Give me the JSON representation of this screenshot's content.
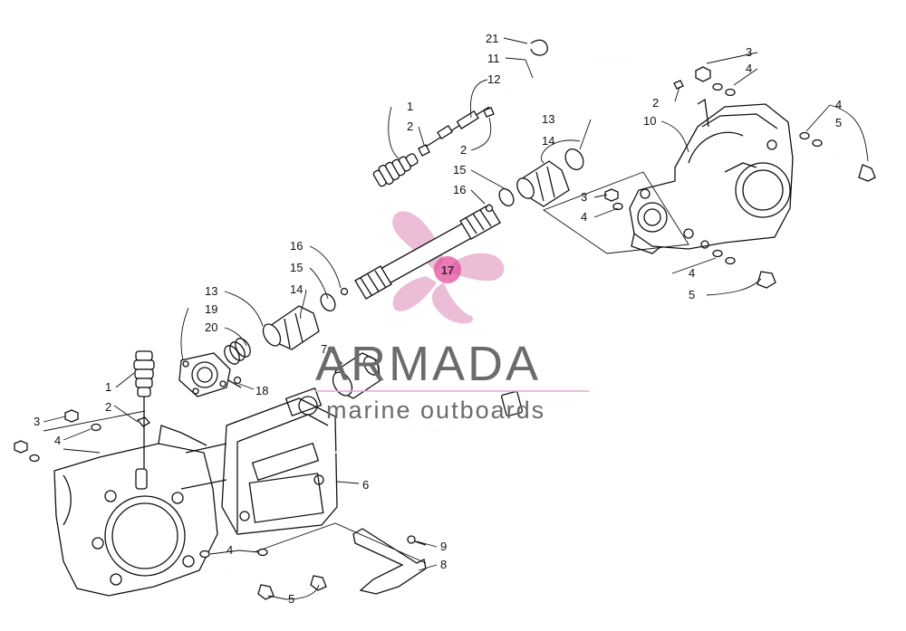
{
  "callouts": [
    {
      "id": "c21",
      "text": "21"
    },
    {
      "id": "c11",
      "text": "11"
    },
    {
      "id": "c12",
      "text": "12"
    },
    {
      "id": "c1a",
      "text": "1"
    },
    {
      "id": "c2a",
      "text": "2"
    },
    {
      "id": "c2b",
      "text": "2"
    },
    {
      "id": "c2c",
      "text": "2"
    },
    {
      "id": "c3a",
      "text": "3"
    },
    {
      "id": "c4a",
      "text": "4"
    },
    {
      "id": "c10",
      "text": "10"
    },
    {
      "id": "c4b",
      "text": "4"
    },
    {
      "id": "c5a",
      "text": "5"
    },
    {
      "id": "c13a",
      "text": "13"
    },
    {
      "id": "c14a",
      "text": "14"
    },
    {
      "id": "c15a",
      "text": "15"
    },
    {
      "id": "c16a",
      "text": "16"
    },
    {
      "id": "c3b",
      "text": "3"
    },
    {
      "id": "c4c",
      "text": "4"
    },
    {
      "id": "c4d",
      "text": "4"
    },
    {
      "id": "c5b",
      "text": "5"
    },
    {
      "id": "c16b",
      "text": "16"
    },
    {
      "id": "c15b",
      "text": "15"
    },
    {
      "id": "c13b",
      "text": "13"
    },
    {
      "id": "c14b",
      "text": "14"
    },
    {
      "id": "c19",
      "text": "19"
    },
    {
      "id": "c20",
      "text": "20"
    },
    {
      "id": "c18",
      "text": "18"
    },
    {
      "id": "c7",
      "text": "7"
    },
    {
      "id": "c1b",
      "text": "1"
    },
    {
      "id": "c2d",
      "text": "2"
    },
    {
      "id": "c3c",
      "text": "3"
    },
    {
      "id": "c4e",
      "text": "4"
    },
    {
      "id": "c6",
      "text": "6"
    },
    {
      "id": "c9",
      "text": "9"
    },
    {
      "id": "c8",
      "text": "8"
    },
    {
      "id": "c4f",
      "text": "4"
    },
    {
      "id": "c5c",
      "text": "5"
    }
  ],
  "highlight": {
    "text": "17",
    "color": "#e0529c"
  },
  "watermark": {
    "brand": "ARMADA",
    "tagline": "marine outboards",
    "text_color": "#6b6b6b",
    "logo_color": "#e5a7c9"
  }
}
